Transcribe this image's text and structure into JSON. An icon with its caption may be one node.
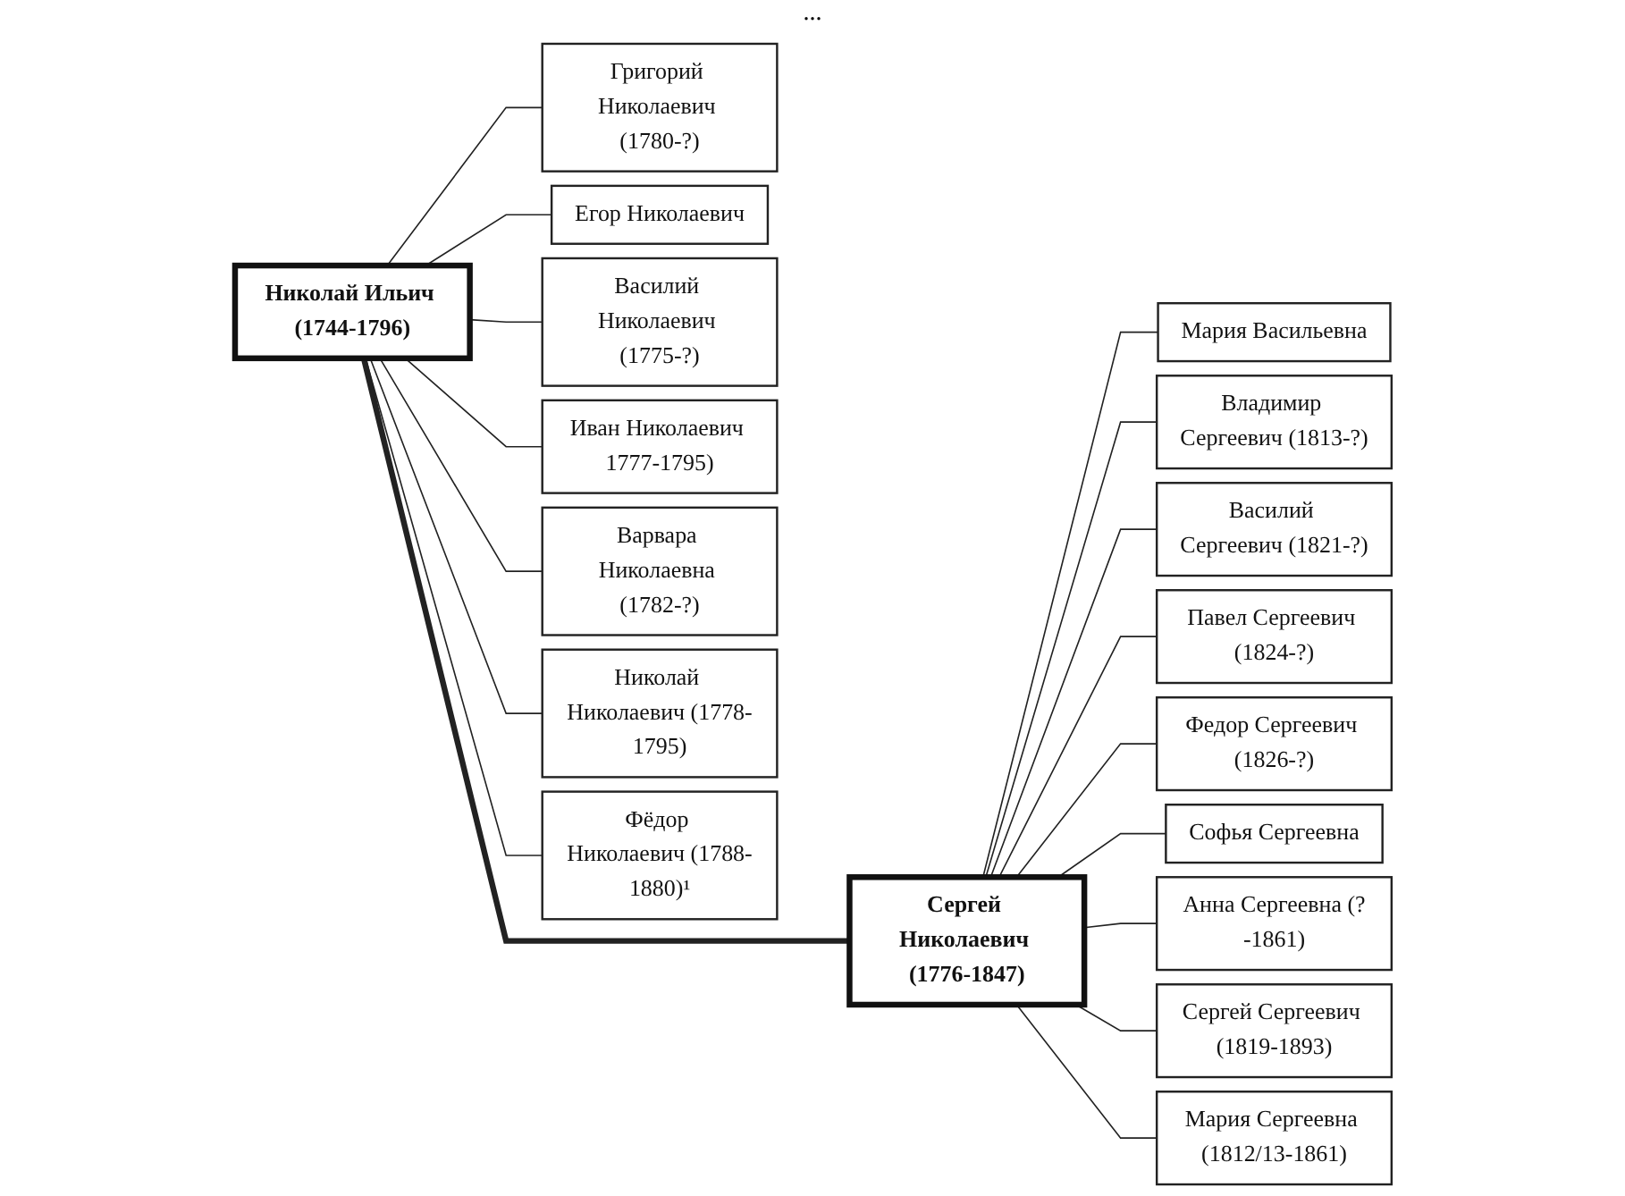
{
  "diagram": {
    "nodes": [
      {
        "text": [
          "Николай Ильич (1744-1796)"
        ]
      },
      {
        "text": [
          "Григорий Николаевич (1780-?)"
        ]
      },
      {
        "text": [
          "Егор Николаевич"
        ]
      },
      {
        "text": [
          "Василий Николаевич (1775-?)"
        ]
      },
      {
        "text": [
          "Иван Николаевич 1777-1795)"
        ]
      },
      {
        "text": [
          "Сергей Николаевич (1776-1847)"
        ]
      },
      {
        "text": [
          "Мария Васильевна"
        ]
      },
      {
        "text": [
          "Варвара Николаевна (1782-?)"
        ]
      },
      {
        "text": [
          "Николай Николаевич (1778-1795)"
        ]
      },
      {
        "text": [
          "Фёдор Николаевич (1788-1880)¹"
        ]
      },
      {
        "text": [
          "Владимир Сергеевич (1813-?)"
        ]
      },
      {
        "text": [
          "Мария Сергеевна (1812/13-1861)"
        ]
      },
      {
        "text": [
          "Василий Сергеевич (1821-?)"
        ]
      },
      {
        "text": [
          "Сергей Сергеевич (1819-1893)"
        ]
      },
      {
        "text": [
          "Анна Сергеевна (?-1861)"
        ]
      },
      {
        "text": [
          "Павел Сергеевич (1824-?)"
        ]
      },
      {
        "text": [
          "Федор Сергеевич (1826-?)"
        ]
      },
      {
        "text": [
          "Софья Сергеевна"
        ]
      }
    ],
    "edges": [
      {
        "from": 0,
        "to": 1,
        "arrow": "none"
      },
      {
        "from": 0,
        "to": 3,
        "arrow": "none"
      },
      {
        "from": 0,
        "to": 4,
        "arrow": "none"
      },
      {
        "from": 0,
        "to": 8,
        "arrow": "none"
      },
      {
        "from": 0,
        "to": 5,
        "arrow": "none",
        "style": "thick"
      },
      {
        "from": 0,
        "to": 2,
        "arrow": "none"
      },
      {
        "from": 0,
        "to": 7,
        "arrow": "none"
      },
      {
        "from": 0,
        "to": 9,
        "arrow": "none"
      },
      {
        "from": 5,
        "to": 6,
        "arrow": "none"
      },
      {
        "from": 5,
        "to": 10,
        "arrow": "none"
      },
      {
        "from": 5,
        "to": 12,
        "arrow": "none"
      },
      {
        "from": 5,
        "to": 15,
        "arrow": "none"
      },
      {
        "from": 5,
        "to": 16,
        "arrow": "none"
      },
      {
        "from": 5,
        "to": 17,
        "arrow": "none"
      },
      {
        "from": 5,
        "to": 14,
        "arrow": "none"
      },
      {
        "from": 5,
        "to": 13,
        "arrow": "none"
      },
      {
        "from": 5,
        "to": 11,
        "arrow": "none"
      }
    ],
    "labels": [
      "..."
    ]
  }
}
